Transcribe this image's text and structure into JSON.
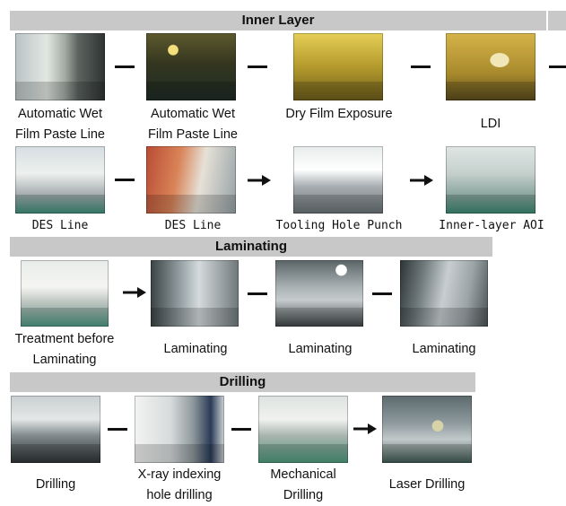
{
  "colors": {
    "section_bar": "#c8c8c8",
    "photo_yellow": "#c9b14a",
    "photo_dark_yellow": "#6d6428",
    "photo_grey_blue": "#8e9aa6",
    "photo_teal_floor": "#4f8f84"
  },
  "sections": {
    "inner_layer": {
      "title": "Inner Layer",
      "row1": [
        "Automatic Wet Film Paste Line",
        "Automatic Wet Film Paste Line",
        "Dry Film Exposure",
        "LDI"
      ],
      "row2": [
        "DES Line",
        "DES Line",
        "Tooling Hole Punch",
        "Inner-layer AOI"
      ]
    },
    "laminating": {
      "title": "Laminating",
      "row": [
        "Treatment before Laminating",
        "Laminating",
        "Laminating",
        "Laminating"
      ]
    },
    "drilling": {
      "title": "Drilling",
      "row": [
        "Drilling",
        "X-ray indexing hole drilling",
        "Mechanical Drilling",
        "Laser Drilling"
      ]
    }
  },
  "connectors": {
    "icon_names": [
      "dash-connector",
      "arrow-right-icon"
    ]
  }
}
